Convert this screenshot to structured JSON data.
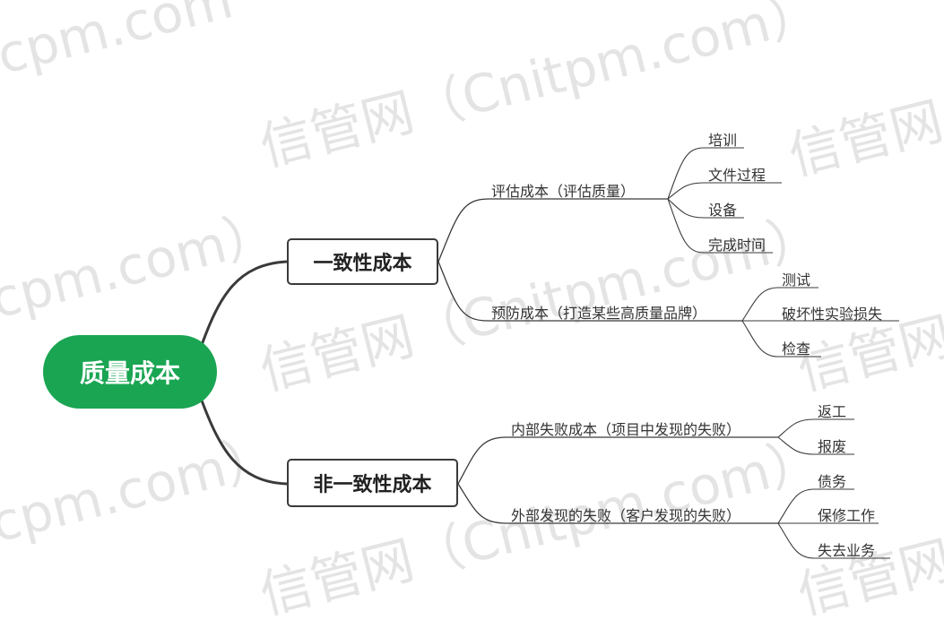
{
  "watermarks": [
    "cpm.com",
    "信管网（Cnitpm.com）",
    "信管网",
    "cpm.com）",
    "信管网（Cnitpm.com）",
    "cpm.com）",
    "信管网（Cnitpm.com）",
    "信管网",
    "信管网"
  ],
  "root": {
    "label": "质量成本"
  },
  "branches": [
    {
      "label": "一致性成本",
      "children": [
        {
          "label": "评估成本（评估质量）",
          "children": [
            "培训",
            "文件过程",
            "设备",
            "完成时间"
          ]
        },
        {
          "label": "预防成本（打造某些高质量品牌）",
          "children": [
            "测试",
            "破坏性实验损失",
            "检查"
          ]
        }
      ]
    },
    {
      "label": "非一致性成本",
      "children": [
        {
          "label": "内部失败成本（项目中发现的失败）",
          "children": [
            "返工",
            "报废"
          ]
        },
        {
          "label": "外部发现的失败（客户发现的失败）",
          "children": [
            "债务",
            "保修工作",
            "失去业务"
          ]
        }
      ]
    }
  ],
  "colors": {
    "root_fill": "#1aa553",
    "line": "#3a3a3a",
    "watermark": "#e4e4e4"
  }
}
